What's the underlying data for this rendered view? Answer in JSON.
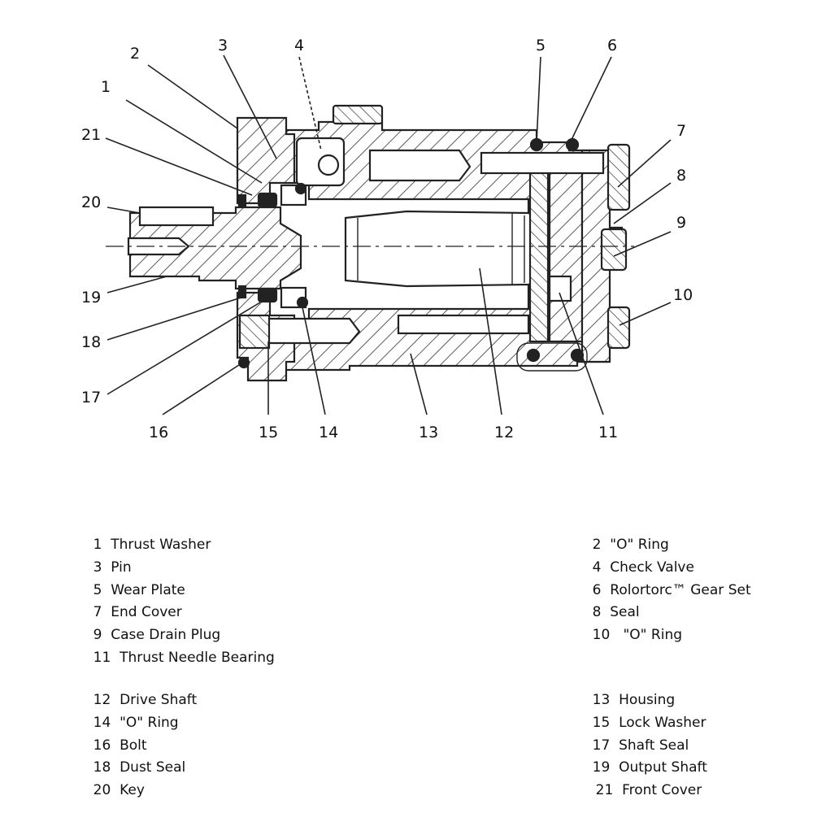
{
  "callouts": {
    "c1": "1",
    "c2": "2",
    "c3": "3",
    "c4": "4",
    "c5": "5",
    "c6": "6",
    "c7": "7",
    "c8": "8",
    "c9": "9",
    "c10": "10",
    "c11": "11",
    "c12": "12",
    "c13": "13",
    "c14": "14",
    "c15": "15",
    "c16": "16",
    "c17": "17",
    "c18": "18",
    "c19": "19",
    "c20": "20",
    "c21": "21"
  },
  "legend": {
    "left": [
      {
        "num": "1",
        "name": "Thrust Washer"
      },
      {
        "num": "3",
        "name": "Pin"
      },
      {
        "num": "5",
        "name": "Wear Plate"
      },
      {
        "num": "7",
        "name": "End Cover"
      },
      {
        "num": "9",
        "name": "Case Drain Plug"
      },
      {
        "num": "11",
        "name": "Thrust Needle Bearing"
      },
      {
        "num": "12",
        "name": "Drive Shaft"
      },
      {
        "num": "14",
        "name": "\"O\" Ring"
      },
      {
        "num": "16",
        "name": "Bolt"
      },
      {
        "num": "18",
        "name": "Dust Seal"
      },
      {
        "num": "20",
        "name": "Key"
      }
    ],
    "right": [
      {
        "num": "2",
        "name": "\"O\" Ring"
      },
      {
        "num": "4",
        "name": "Check Valve"
      },
      {
        "num": "6",
        "name": "Rolortorc™ Gear Set"
      },
      {
        "num": "8",
        "name": "Seal"
      },
      {
        "num": "10",
        "name": "\"O\" Ring"
      },
      {
        "num": "13",
        "name": "Housing"
      },
      {
        "num": "15",
        "name": "Lock Washer"
      },
      {
        "num": "17",
        "name": "Shaft Seal"
      },
      {
        "num": "19",
        "name": "Output Shaft"
      },
      {
        "num": "21",
        "name": "Front Cover"
      }
    ]
  }
}
